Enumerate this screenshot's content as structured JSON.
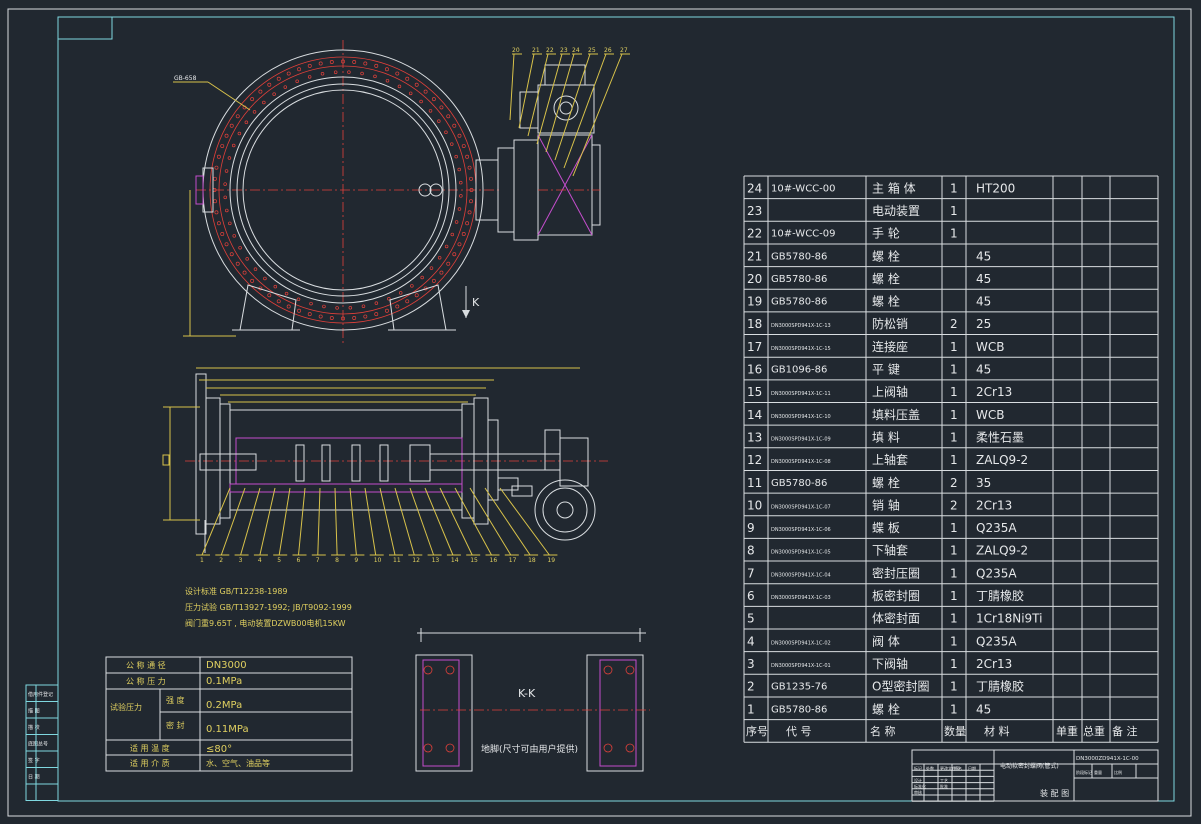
{
  "title_block": {
    "drawing_no": "DN3000ZD941X-1C-00",
    "drawing_name": "电动软密封蝶阀(管式)",
    "sheet_label": "装 配 图",
    "small_cells": [
      "标记",
      "处数",
      "更改文件号",
      "签名",
      "日期",
      "设计",
      "标准化",
      "审核",
      "工艺",
      "批准",
      "阶段标记",
      "重量",
      "比例"
    ]
  },
  "left_margin_cells": [
    "借用件登记",
    "描 图",
    "描 校",
    "底图总号",
    "签 字",
    "日 期"
  ],
  "top_left_box": "",
  "bom": {
    "header": [
      "序号",
      "代 号",
      "名 称",
      "数量",
      "材 料",
      "单重",
      "总重",
      "备 注"
    ],
    "rows": [
      {
        "no": "24",
        "code": "10#-WCC-00",
        "name": "主 箱 体",
        "qty": "1",
        "mat": "HT200"
      },
      {
        "no": "23",
        "code": "",
        "name": "电动装置",
        "qty": "1",
        "mat": ""
      },
      {
        "no": "22",
        "code": "10#-WCC-09",
        "name": "手  轮",
        "qty": "1",
        "mat": ""
      },
      {
        "no": "21",
        "code": "GB5780-86",
        "name": "螺  栓",
        "qty": "",
        "mat": "45"
      },
      {
        "no": "20",
        "code": "GB5780-86",
        "name": "螺  栓",
        "qty": "",
        "mat": "45"
      },
      {
        "no": "19",
        "code": "GB5780-86",
        "name": "螺  栓",
        "qty": "",
        "mat": "45"
      },
      {
        "no": "18",
        "code": "DN3000SPD941X-1C-13",
        "name": "防松销",
        "qty": "2",
        "mat": "25"
      },
      {
        "no": "17",
        "code": "DN3000SPD941X-1C-15",
        "name": "连接座",
        "qty": "1",
        "mat": "WCB"
      },
      {
        "no": "16",
        "code": "GB1096-86",
        "name": "平  键",
        "qty": "1",
        "mat": "45"
      },
      {
        "no": "15",
        "code": "DN3000SPD941X-1C-11",
        "name": "上阀轴",
        "qty": "1",
        "mat": "2Cr13"
      },
      {
        "no": "14",
        "code": "DN3000SPD941X-1C-10",
        "name": "填料压盖",
        "qty": "1",
        "mat": "WCB"
      },
      {
        "no": "13",
        "code": "DN3000SPD941X-1C-09",
        "name": "填  料",
        "qty": "1",
        "mat": "柔性石墨"
      },
      {
        "no": "12",
        "code": "DN3000SPD941X-1C-08",
        "name": "上轴套",
        "qty": "1",
        "mat": "ZALQ9-2"
      },
      {
        "no": "11",
        "code": "GB5780-86",
        "name": "螺  栓",
        "qty": "2",
        "mat": "35"
      },
      {
        "no": "10",
        "code": "DN3000SPD941X-1C-07",
        "name": "销  轴",
        "qty": "2",
        "mat": "2Cr13"
      },
      {
        "no": "9",
        "code": "DN3000SPD941X-1C-06",
        "name": "蝶  板",
        "qty": "1",
        "mat": "Q235A"
      },
      {
        "no": "8",
        "code": "DN3000SPD941X-1C-05",
        "name": "下轴套",
        "qty": "1",
        "mat": "ZALQ9-2"
      },
      {
        "no": "7",
        "code": "DN3000SPD941X-1C-04",
        "name": "密封压圈",
        "qty": "1",
        "mat": "Q235A"
      },
      {
        "no": "6",
        "code": "DN3000SPD941X-1C-03",
        "name": "板密封圈",
        "qty": "1",
        "mat": "丁腈橡胶"
      },
      {
        "no": "5",
        "code": "",
        "name": "体密封面",
        "qty": "1",
        "mat": "1Cr18Ni9Ti"
      },
      {
        "no": "4",
        "code": "DN3000SPD941X-1C-02",
        "name": "阀  体",
        "qty": "1",
        "mat": "Q235A"
      },
      {
        "no": "3",
        "code": "DN3000SPD941X-1C-01",
        "name": "下阀轴",
        "qty": "1",
        "mat": "2Cr13"
      },
      {
        "no": "2",
        "code": "GB1235-76",
        "name": "O型密封圈",
        "qty": "1",
        "mat": "丁腈橡胶"
      },
      {
        "no": "1",
        "code": "GB5780-86",
        "name": "螺  栓",
        "qty": "1",
        "mat": "45"
      }
    ]
  },
  "notes": [
    "设计标准 GB/T12238-1989",
    "压力试验 GB/T13927-1992; JB/T9092-1999",
    "阀门重9.65T , 电动装置DZWB00电机15KW"
  ],
  "spec_table": {
    "nominal_dia_label": "公 称 通 径",
    "nominal_dia": "DN3000",
    "nominal_press_label": "公 称 压 力",
    "nominal_press": "0.1MPa",
    "test_label": "试验压力",
    "strength_label": "强 度",
    "strength": "0.2MPa",
    "seal_label": "密 封",
    "seal": "0.11MPa",
    "temp_label": "适 用 温 度",
    "temp": "≤80°",
    "medium_label": "适 用 介 质",
    "medium": "水、空气、油品等"
  },
  "views": {
    "kk_title": "K-K",
    "kk_note": "地脚(尺寸可由用户提供)",
    "k_label": "K",
    "flange_label": "GB-658"
  },
  "callouts_top": [
    "20",
    "21",
    "22",
    "23",
    "24",
    "25",
    "26",
    "27"
  ],
  "callouts_bottom": [
    "1",
    "2",
    "3",
    "4",
    "5",
    "6",
    "7",
    "8",
    "9",
    "10",
    "11",
    "12",
    "13",
    "14",
    "15",
    "16",
    "17",
    "18",
    "19"
  ]
}
